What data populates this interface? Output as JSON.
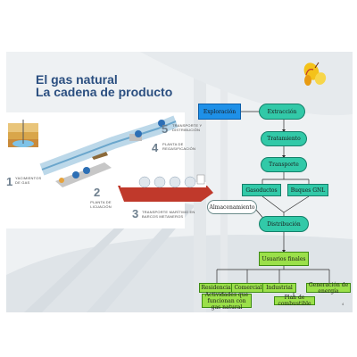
{
  "title": {
    "line1": "El gas natural",
    "line2": "La cadena de producto"
  },
  "steps": [
    {
      "num": "1",
      "label": "YACIMIENTOS DE GAS"
    },
    {
      "num": "2",
      "label": "PLANTA DE LICUACIÓN"
    },
    {
      "num": "3",
      "label": "TRANSPORTE MARÍTIMO EN BARCOS METANEROS"
    },
    {
      "num": "4",
      "label": "PLANTA DE REGASIFICACIÓN"
    },
    {
      "num": "5",
      "label": "TRANSPORTE Y DISTRIBUCIÓN"
    }
  ],
  "flow": {
    "exploracion": "Exploración",
    "extraccion": "Extracción",
    "tratamiento": "Tratamiento",
    "transporte": "Transporte",
    "gasoductos": "Gasoductos",
    "buques": "Buques GNL",
    "almacenamiento": "Almacenamiento",
    "distribucion": "Distribución",
    "usuarios": "Usuarios finales",
    "residencial": "Residencial",
    "comercial": "Comercial",
    "industrial": "Industrial",
    "generacion": "Generación de energía",
    "actividades": "Actividades que funcionan con gas natural",
    "plan": "Plan de combustible"
  },
  "page_number": "4"
}
